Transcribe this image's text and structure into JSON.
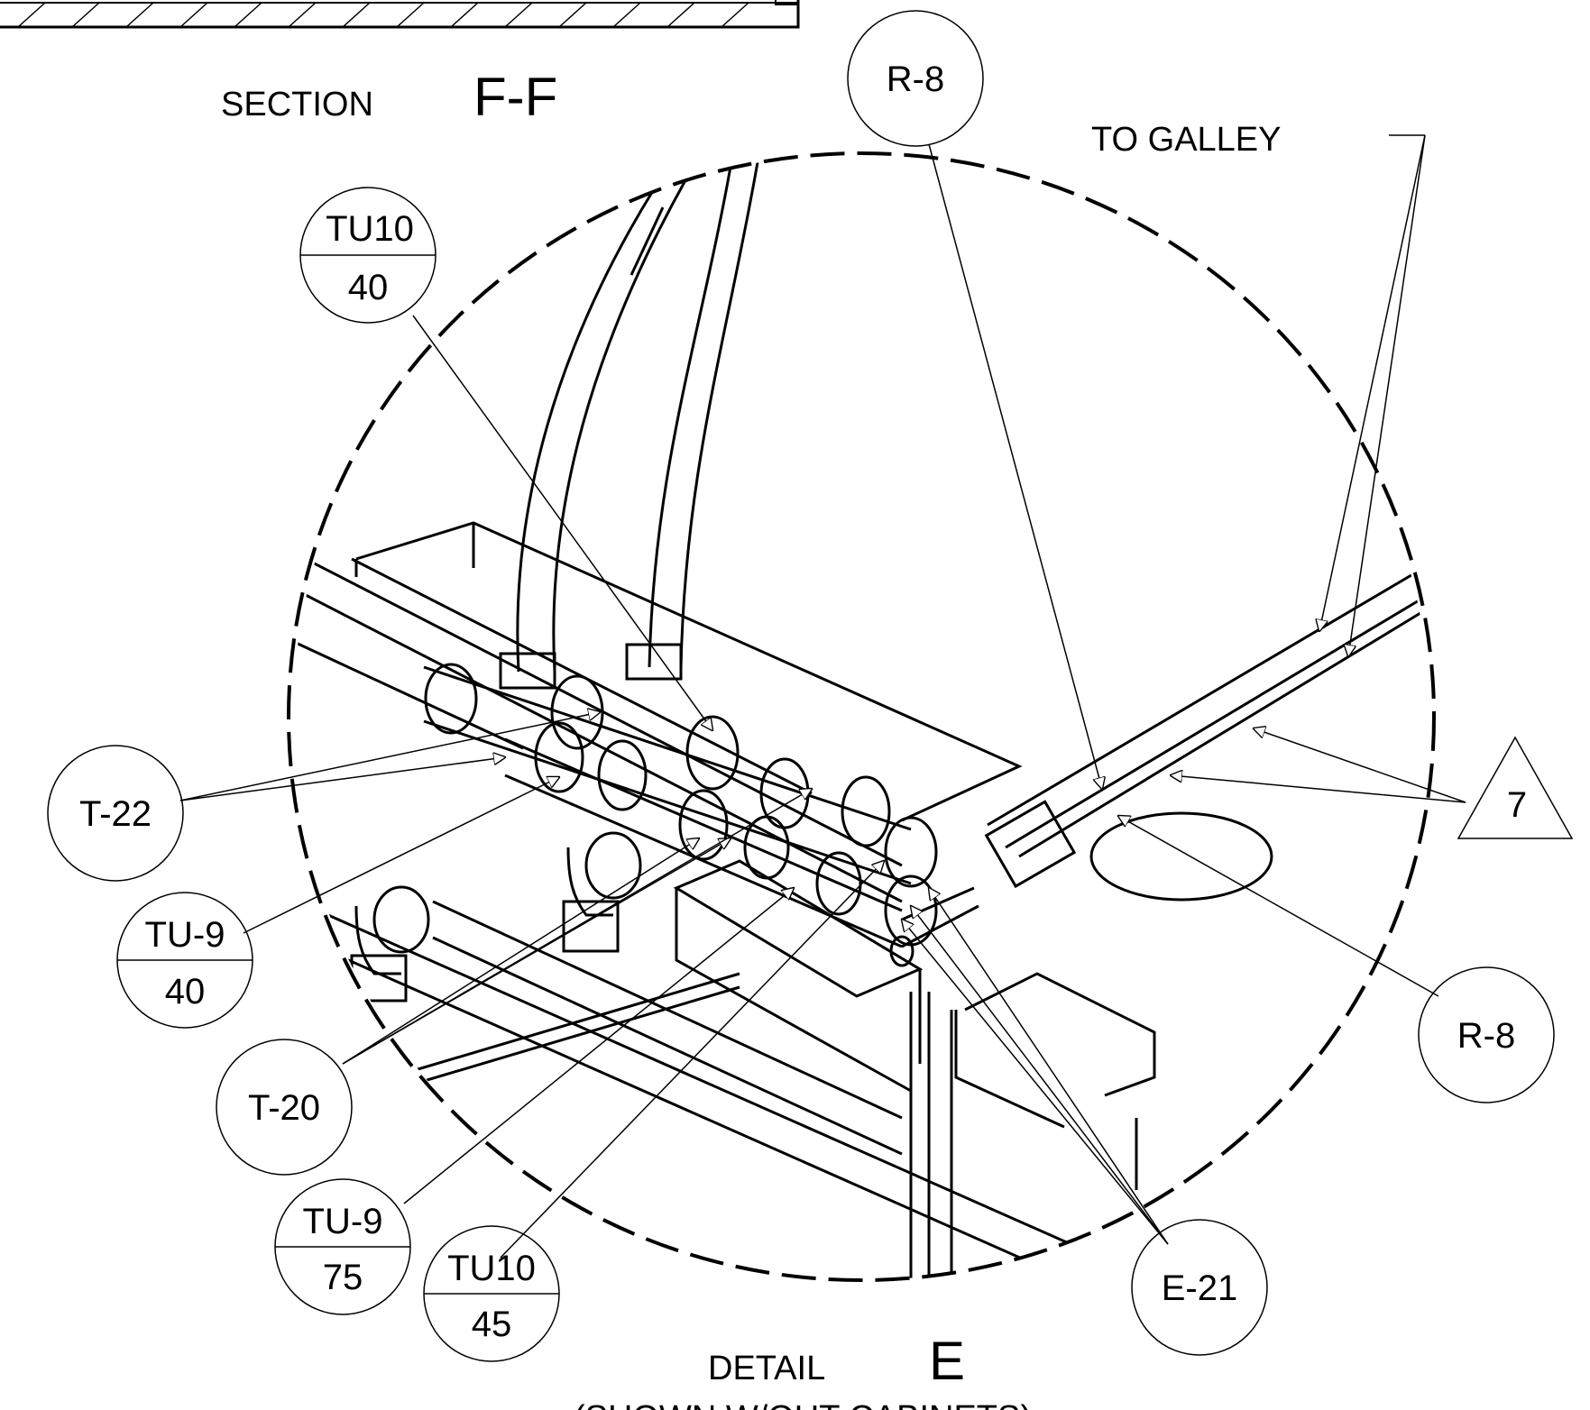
{
  "title_section": {
    "prefix": "SECTION",
    "letter": "F-F"
  },
  "title_detail": {
    "prefix": "DETAIL",
    "letter": "E",
    "note": "(SHOWN W/OUT CABINETS)"
  },
  "to_galley": "TO GALLEY",
  "callouts": {
    "r8_top": "R-8",
    "r8_right": "R-8",
    "tu10_40": {
      "top": "TU10",
      "bottom": "40"
    },
    "t22": "T-22",
    "tu9_40": {
      "top": "TU-9",
      "bottom": "40"
    },
    "t20": "T-20",
    "tu9_75": {
      "top": "TU-9",
      "bottom": "75"
    },
    "tu10_45": {
      "top": "TU10",
      "bottom": "45"
    },
    "e21": "E-21",
    "tri7": "7"
  },
  "colors": {
    "ink": "#000000",
    "paper": "#ffffff"
  }
}
